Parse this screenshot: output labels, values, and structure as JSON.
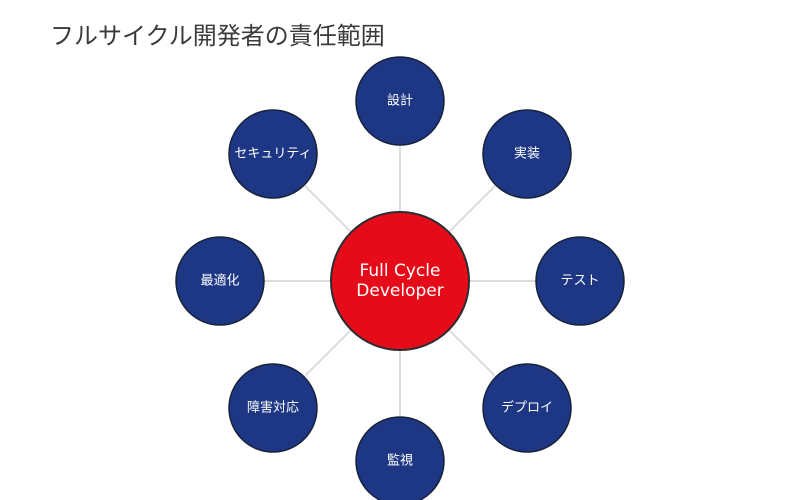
{
  "title": "フルサイクル開発者の責任範囲",
  "center": {
    "line1": "Full Cycle",
    "line2": "Developer"
  },
  "responsibilities": [
    "設計",
    "実装",
    "テスト",
    "デプロイ",
    "監視",
    "障害対応",
    "最適化",
    "セキュリティ"
  ],
  "colors": {
    "center_fill": "#e60b18",
    "node_fill": "#1e3784",
    "connector": "#dcdcdc",
    "title_text": "#3a3a3a"
  }
}
